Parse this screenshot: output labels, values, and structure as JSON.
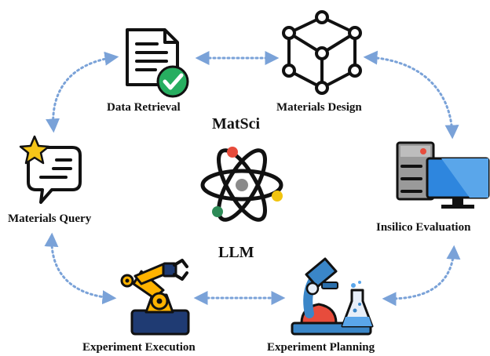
{
  "diagram": {
    "center": {
      "top": "MatSci",
      "bottom": "LLM"
    },
    "nodes": {
      "data_retrieval": "Data Retrieval",
      "materials_design": "Materials Design",
      "materials_query": "Materials Query",
      "insilico_evaluation": "Insilico Evaluation",
      "experiment_execution": "Experiment Execution",
      "experiment_planning": "Experiment Planning"
    }
  },
  "colors": {
    "arrow": "#7aa2d8",
    "ink": "#111111",
    "check": "#27ae60",
    "star": "#f5c518",
    "robot": "#ffb300",
    "robot_dark": "#1f3b73",
    "microscope": "#3a86c8",
    "dome": "#e74c3c",
    "nucleus": "#8a8a8a",
    "electron_red": "#e74c3c",
    "electron_yellow": "#f1c40f",
    "electron_green": "#2e8b57",
    "server": "#9a9a9a",
    "monitor": "#2e86de"
  }
}
